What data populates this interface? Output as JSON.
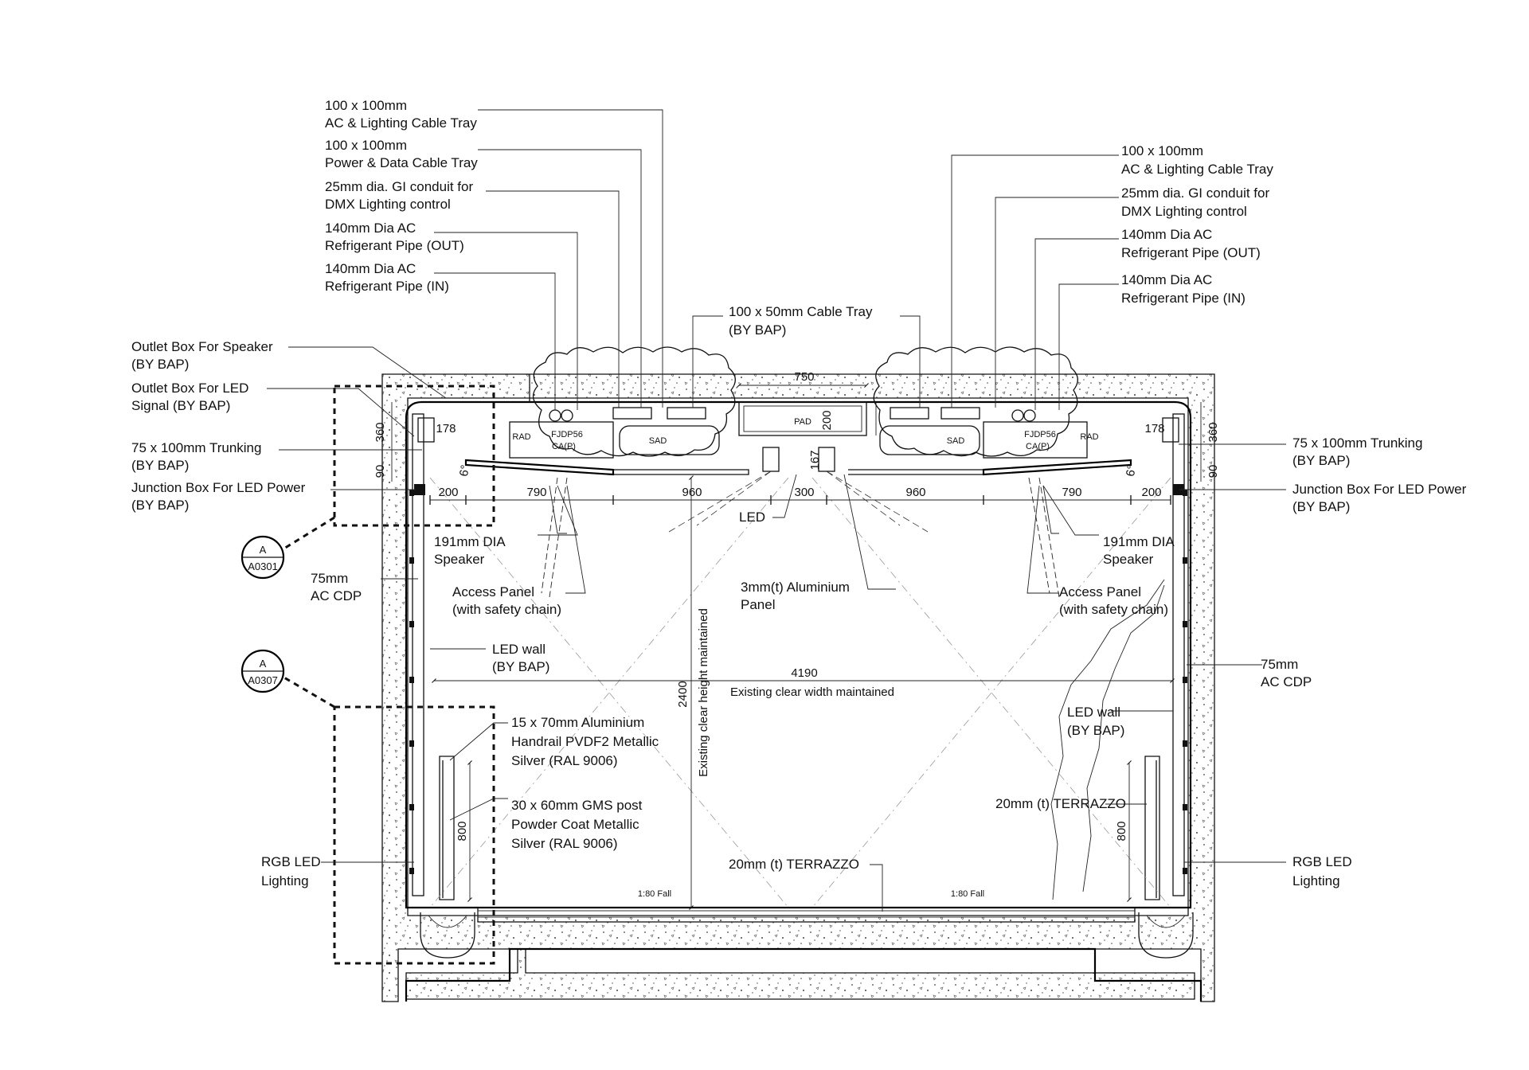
{
  "left_notes": {
    "ac_tray": [
      "100 x 100mm",
      "AC & Lighting Cable Tray"
    ],
    "power_tray": [
      "100 x 100mm",
      "Power & Data Cable Tray"
    ],
    "dmx_conduit": [
      "25mm dia. GI conduit for",
      "DMX Lighting control"
    ],
    "pipe_out": [
      "140mm Dia AC",
      "Refrigerant Pipe  (OUT)"
    ],
    "pipe_in": [
      "140mm Dia AC",
      "Refrigerant Pipe  (IN)"
    ],
    "outlet_speaker": [
      "Outlet Box For Speaker",
      "(BY BAP)"
    ],
    "outlet_led": [
      "Outlet Box For LED",
      "Signal (BY BAP)"
    ],
    "trunking": [
      "75 x 100mm Trunking",
      "(BY BAP)"
    ],
    "junction": [
      "Junction Box For LED Power",
      "(BY BAP)"
    ],
    "cdp": [
      "75mm",
      "AC CDP"
    ],
    "speaker": [
      "191mm DIA",
      "Speaker"
    ],
    "access": [
      "Access Panel",
      "(with safety chain)"
    ],
    "led_wall": [
      "LED wall",
      "(BY BAP)"
    ],
    "handrail": [
      "15 x 70mm Aluminium",
      "Handrail PVDF2 Metallic",
      "Silver  (RAL 9006)"
    ],
    "post": [
      "30 x 60mm GMS post",
      "Powder Coat Metallic",
      "Silver  (RAL 9006)"
    ],
    "rgb": [
      "RGB LED",
      "Lighting"
    ]
  },
  "right_notes": {
    "ac_tray": [
      "100 x 100mm",
      "AC & Lighting Cable Tray"
    ],
    "dmx_conduit": [
      "25mm dia. GI conduit for",
      "DMX Lighting control"
    ],
    "pipe_out": [
      "140mm Dia AC",
      "Refrigerant Pipe  (OUT)"
    ],
    "pipe_in": [
      "140mm Dia AC",
      "Refrigerant Pipe  (IN)"
    ],
    "trunking": [
      "75 x 100mm Trunking",
      "(BY BAP)"
    ],
    "junction": [
      "Junction Box For LED Power",
      "(BY BAP)"
    ],
    "speaker": [
      "191mm DIA",
      "Speaker"
    ],
    "access": [
      "Access Panel",
      "(with safety chain)"
    ],
    "cdp": [
      "75mm",
      "AC CDP"
    ],
    "led_wall": [
      "LED wall",
      "(BY BAP)"
    ],
    "terrazzo": "20mm (t) TERRAZZO",
    "rgb": [
      "RGB LED",
      "Lighting"
    ]
  },
  "center_notes": {
    "cable_tray_50": [
      "100 x 50mm Cable Tray",
      "(BY BAP)"
    ],
    "led": "LED",
    "panel": [
      "3mm(t) Aluminium",
      "Panel"
    ],
    "width_value": "4190",
    "width_note": "Existing clear width maintained",
    "height_value": "2400",
    "height_note": "Existing clear height maintained",
    "terrazzo": "20mm (t) TERRAZZO",
    "fall": "1:80 Fall"
  },
  "dimensions": {
    "pad_width": "750",
    "pad_height": "200",
    "d360": "360",
    "d178": "178",
    "d90": "90",
    "angle": "6°",
    "d200": "200",
    "d790": "790",
    "d960": "960",
    "d300": "300",
    "d167": "167",
    "d800": "800"
  },
  "equipment": {
    "rad": "RAD",
    "fcu": "FJDP56",
    "fcu_sub": "CA(P)",
    "sad": "SAD",
    "pad": "PAD"
  },
  "section_tags": [
    {
      "letter": "A",
      "ref": "A0301"
    },
    {
      "letter": "A",
      "ref": "A0307"
    }
  ]
}
